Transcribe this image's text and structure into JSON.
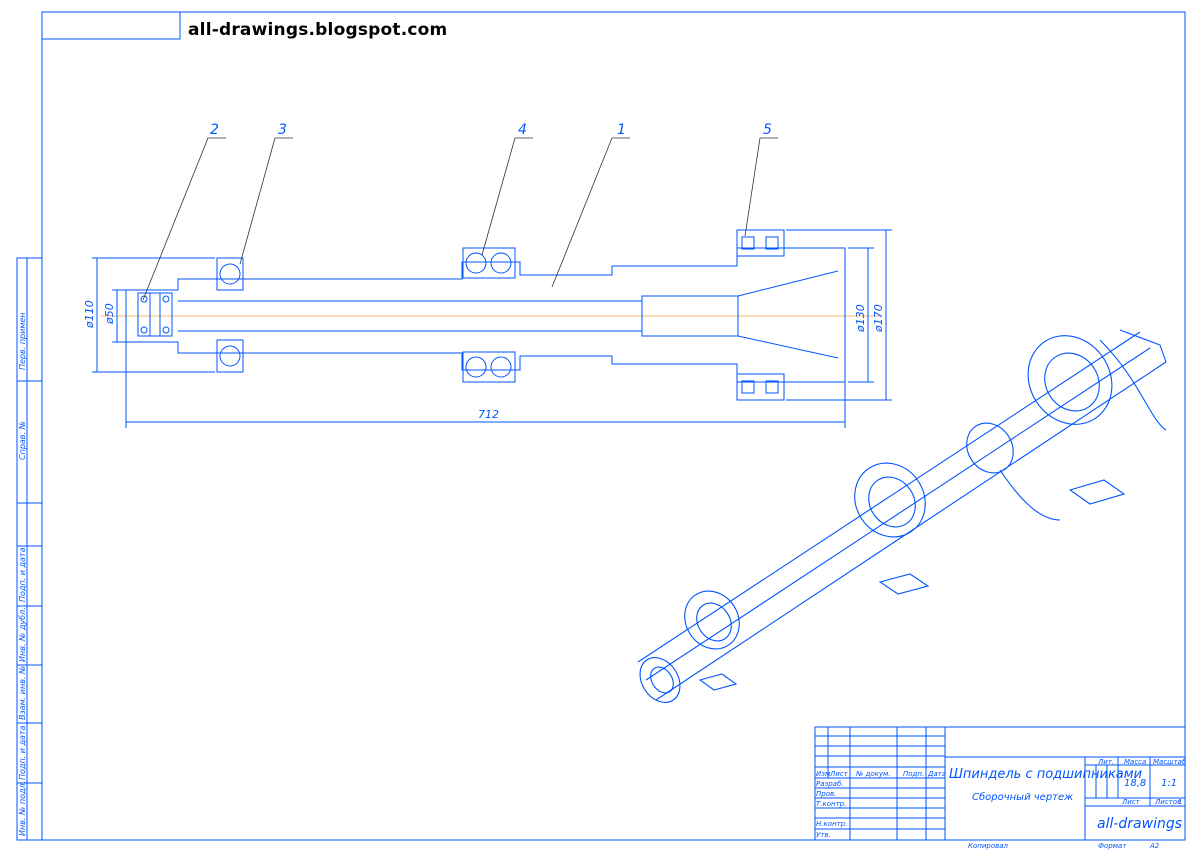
{
  "header": {
    "site": "all-drawings.blogspot.com"
  },
  "callouts": [
    "2",
    "3",
    "4",
    "1",
    "5"
  ],
  "dimensions": {
    "d110": "ø110",
    "d50": "ø50",
    "d130": "ø130",
    "d170": "ø170",
    "len": "712"
  },
  "side_stamps": [
    "Перв. примен",
    "Справ. №",
    "Подп. и дата",
    "Инв. № дубл.",
    "Взам. инв. №",
    "Подп. и дата",
    "Инв. № подл."
  ],
  "title_block": {
    "title": "Шпиндель с подшипниками",
    "subtitle": "Сборочный чертеж",
    "col_headers": [
      "Изм",
      "Лист",
      "№ докум.",
      "Подп.",
      "Дата"
    ],
    "rows": [
      "Разраб.",
      "Пров.",
      "Т.контр.",
      "Н.контр.",
      "Утв."
    ],
    "lit": "Лит.",
    "mass": "Масса",
    "scale": "Масштаб",
    "mass_value": "18,8",
    "scale_value": "1:1",
    "sheet": "Лист",
    "sheets": "Листов",
    "sheets_value": "1",
    "org": "all-drawings",
    "copied": "Копировал",
    "format": "Формат",
    "format_value": "А2"
  },
  "colors": {
    "line": "#0055ff",
    "axis": "#f0a040",
    "leader": "#333333",
    "text": "#000000"
  }
}
